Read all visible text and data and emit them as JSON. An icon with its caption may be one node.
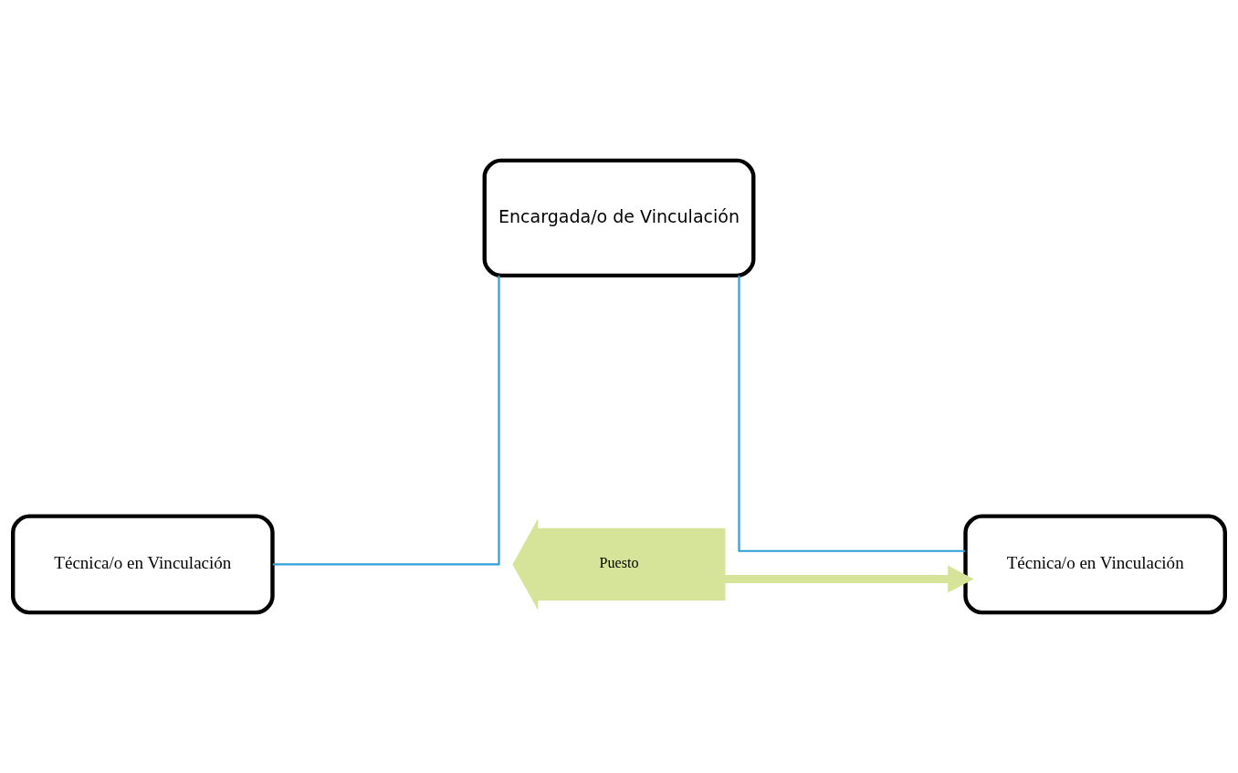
{
  "diagram": {
    "nodes": [
      {
        "text": [
          "Encargada/o de Vinculación"
        ]
      },
      {
        "text": [
          "Técnica/o en Vinculación"
        ]
      },
      {
        "text": [
          "Técnica/o en Vinculación"
        ]
      },
      {
        "text": [
          "Puesto"
        ]
      }
    ],
    "edges": [
      {
        "from": 0,
        "to": 1,
        "arrow": "none"
      },
      {
        "from": 0,
        "to": 2,
        "arrow": "none"
      },
      {
        "from": 3,
        "to": 2,
        "arrow": "to",
        "color": "#d6e49a",
        "style": "thick"
      }
    ]
  }
}
